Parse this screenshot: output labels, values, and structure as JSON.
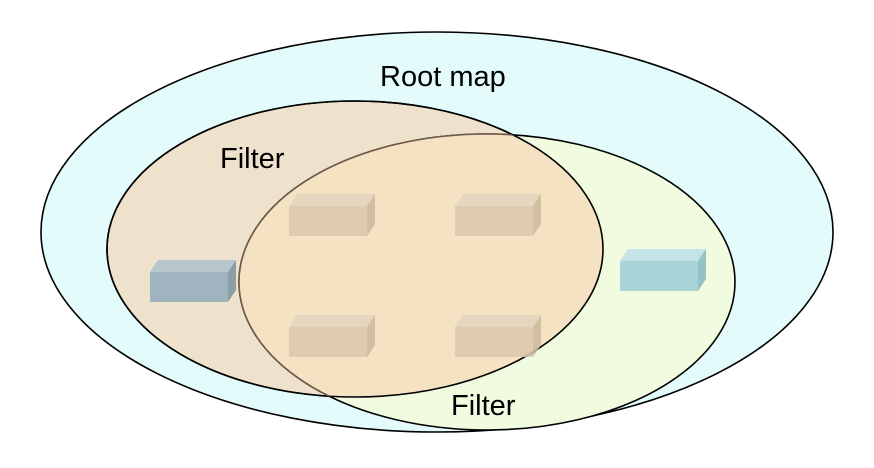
{
  "diagram": {
    "root_label": "Root map",
    "left_filter_label": "Filter",
    "right_filter_label": "Filter"
  },
  "colors": {
    "root_fill": "#e3fbfb",
    "left_filter_fill": "#efe2cc",
    "right_filter_fill": "#f0fbe0",
    "overlap_fill": "#f5e2c2",
    "outline": "#000000",
    "overlap_outline": "#6e5a48",
    "item_gray_blue": "#9fb4bf",
    "item_beige": "#dac8ae",
    "item_teal": "#a9d4d8"
  },
  "items": [
    {
      "region": "left-filter-only",
      "icon": "box-icon",
      "style": "gray-blue"
    },
    {
      "region": "overlap",
      "icon": "box-icon",
      "style": "beige"
    },
    {
      "region": "overlap",
      "icon": "box-icon",
      "style": "beige"
    },
    {
      "region": "overlap",
      "icon": "box-icon",
      "style": "beige"
    },
    {
      "region": "overlap",
      "icon": "box-icon",
      "style": "beige"
    },
    {
      "region": "right-filter-only",
      "icon": "box-icon",
      "style": "teal"
    }
  ]
}
